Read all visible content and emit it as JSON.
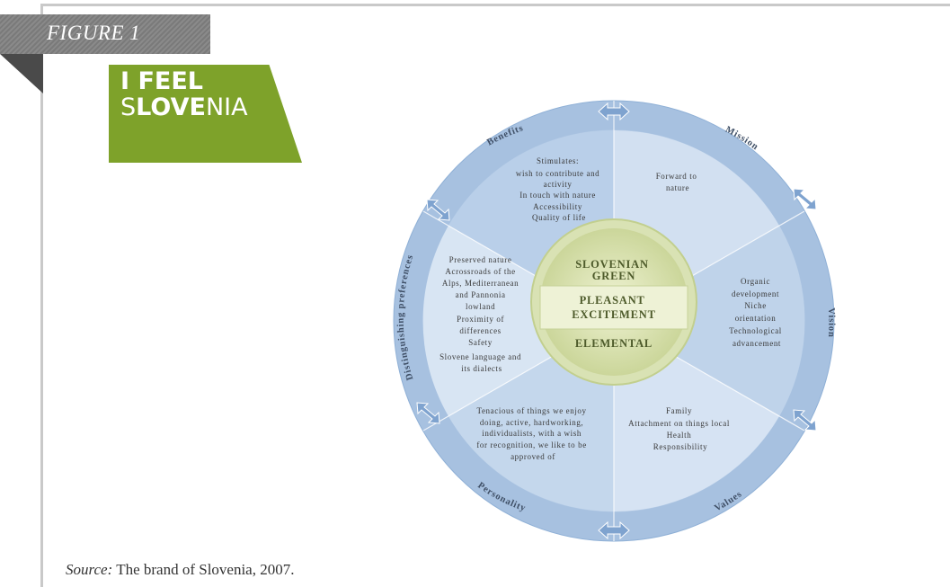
{
  "figure_label": "FIGURE 1",
  "logo": {
    "line1": "I FEEL",
    "line2_part1": "S",
    "line2_part2": "LOVE",
    "line2_part3": "NIA"
  },
  "diagram": {
    "center": {
      "top": [
        "SLOVENIAN",
        "GREEN"
      ],
      "middle": [
        "PLEASANT",
        "EXCITEMENT"
      ],
      "bottom": "ELEMENTAL"
    },
    "ring_labels": {
      "benefits": "Benefits",
      "mission": "Mission",
      "vision": "Vision",
      "values": "Values",
      "personality": "Personality",
      "distinguishing": "Distinguishing preferences"
    },
    "segments": {
      "benefits": [
        "Stimulates:",
        "wish to contribute and",
        "activity",
        "In touch with nature",
        "Accessibility",
        "Quality of life"
      ],
      "mission": [
        "Forward to",
        "nature"
      ],
      "vision": [
        "Organic",
        "development",
        "Niche",
        "orientation",
        "Technological",
        "advancement"
      ],
      "values": [
        "Family",
        "Attachment on things local",
        "Health",
        "Responsibility"
      ],
      "personality": [
        "Tenacious of things we enjoy",
        "doing, active, hardworking,",
        "individualists, with a wish",
        "for recognition, we like to be",
        "approved of"
      ],
      "distinguishing": [
        "Preserved nature",
        "Acrossroads of the",
        "Alps, Mediterranean",
        "and Pannonia",
        "lowland",
        "Proximity of",
        "differences",
        "Safety",
        "Slovene language and",
        "its dialects"
      ]
    }
  },
  "source": {
    "label": "Source:",
    "text": " The brand of Slovenia, 2007."
  }
}
